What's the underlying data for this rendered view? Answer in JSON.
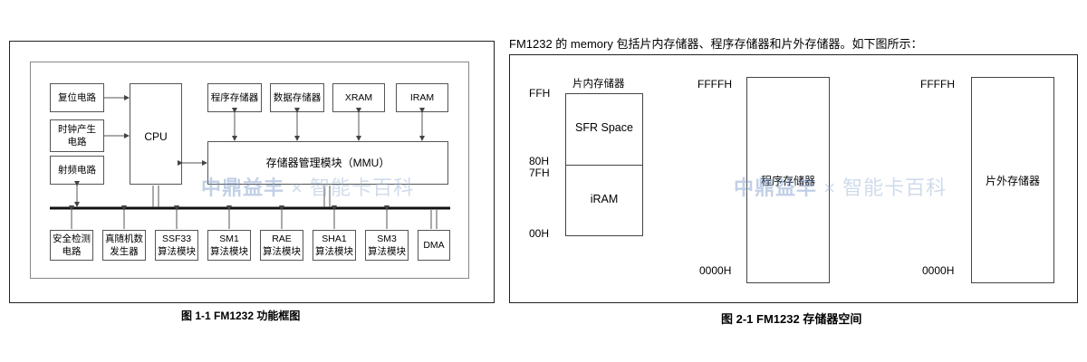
{
  "fig1": {
    "caption": "图  1-1    FM1232 功能框图",
    "reset": "复位电路",
    "clock": "时钟产生电路",
    "rf": "射频电路",
    "cpu": "CPU",
    "prog_mem": "程序存储器",
    "data_mem": "数据存储器",
    "xram": "XRAM",
    "iram": "IRAM",
    "mmu": "存储器管理模块（MMU）",
    "security": "安全检测电路",
    "rng": "真随机数发生器",
    "ssf33": "SSF33\n算法模块",
    "sm1": "SM1\n算法模块",
    "rae": "RAE\n算法模块",
    "sha1": "SHA1\n算法模块",
    "sm3": "SM3\n算法模块",
    "dma": "DMA"
  },
  "fig2": {
    "intro": "FM1232 的 memory 包括片内存储器、程序存储器和片外存储器。如下图所示：",
    "caption": "图  2-1    FM1232 存储器空间",
    "onchip_title": "片内存储器",
    "sfr": "SFR Space",
    "iram": "iRAM",
    "addr_ffh": "FFH",
    "addr_80h": "80H",
    "addr_7fh": "7FH",
    "addr_00h": "00H",
    "prog_top": "FFFFH",
    "prog_bottom": "0000H",
    "prog_label": "程序存储器",
    "ext_top": "FFFFH",
    "ext_bottom": "0000H",
    "ext_label": "片外存储器"
  },
  "watermark": {
    "brand": "中鼎益丰",
    "sep": "×",
    "tagline": "智能卡百科"
  }
}
